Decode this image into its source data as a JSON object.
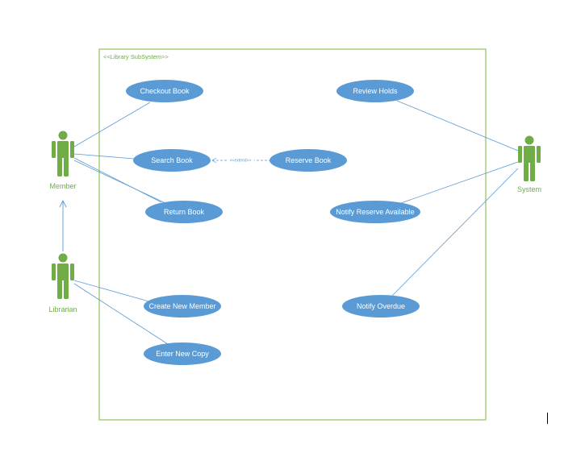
{
  "colors": {
    "boundary": "#8fc25b",
    "actor": "#70ad47",
    "use_case": "#5b9bd5",
    "connector": "#5b9bd5",
    "use_case_text": "#ffffff"
  },
  "system": {
    "label": "<<Library SubSystem>>"
  },
  "actors": {
    "member": "Member",
    "librarian": "Librarian",
    "system": "System"
  },
  "use_cases": {
    "checkout_book": "Checkout Book",
    "search_book": "Search Book",
    "return_book": "Return Book",
    "create_new_member": "Create New Member",
    "enter_new_copy": "Enter New Copy",
    "review_holds": "Review Holds",
    "reserve_book": "Reserve Book",
    "notify_reserve_available": "Notify Reserve Available",
    "notify_overdue": "Notify Overdue"
  },
  "relations": {
    "extend_label": "<<extend>>"
  }
}
